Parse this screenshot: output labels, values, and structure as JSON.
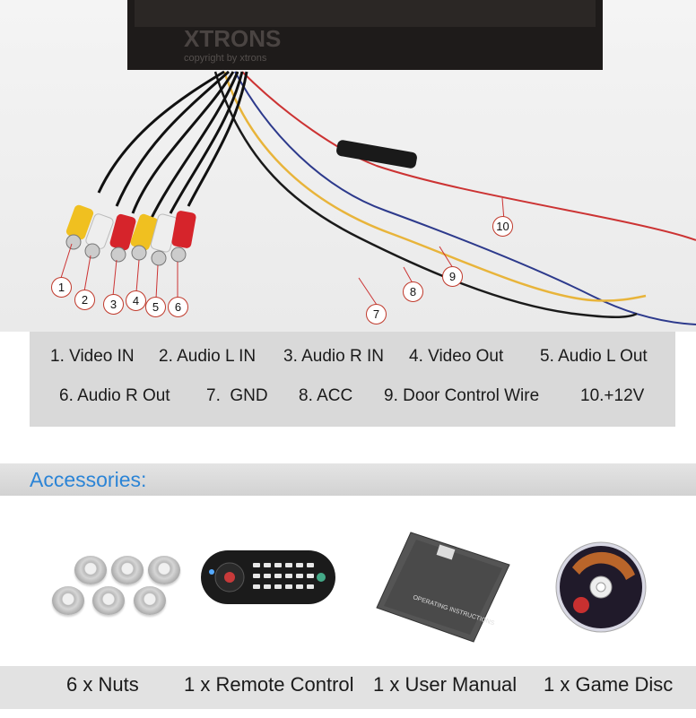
{
  "header_watermark": {
    "brand": "XTRONS",
    "copyright": "copyright by xtrons"
  },
  "callouts": [
    "1",
    "2",
    "3",
    "4",
    "5",
    "6",
    "7",
    "8",
    "9",
    "10"
  ],
  "legend": {
    "row1": [
      "1. Video IN",
      "2. Audio L IN",
      "3. Audio R IN",
      "4. Video Out",
      "5. Audio L Out"
    ],
    "row2": [
      "6. Audio R Out",
      "7.  GND",
      "8. ACC",
      "9. Door Control Wire",
      "10.+12V"
    ]
  },
  "accessories": {
    "title": "Accessories:",
    "items": [
      {
        "label": "6 x Nuts",
        "icon": "nuts-icon"
      },
      {
        "label": "1 x Remote Control",
        "icon": "remote-control-icon"
      },
      {
        "label": "1 x User Manual",
        "icon": "user-manual-icon"
      },
      {
        "label": "1 x Game Disc",
        "icon": "game-disc-icon"
      }
    ]
  },
  "manual_cover_text": "OPERATING INSTRUCTIONS",
  "colors": {
    "accent_blue": "#2b84d6",
    "callout_red": "#c0392b",
    "legend_bg": "#d9d9d9"
  }
}
